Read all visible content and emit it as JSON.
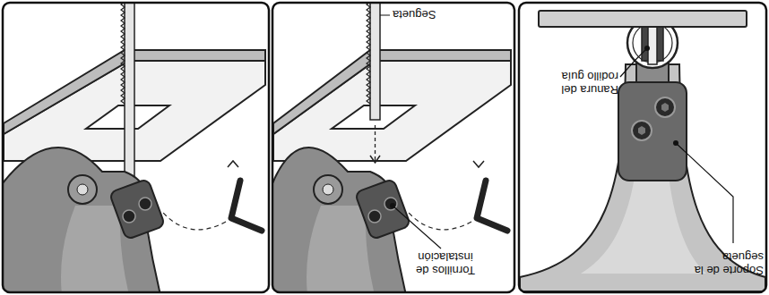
{
  "diagram": {
    "labels": [
      "Segueta",
      "Tornillos de instalación",
      "Ranura del rodillo guía",
      "Soporte de la segueta"
    ]
  }
}
